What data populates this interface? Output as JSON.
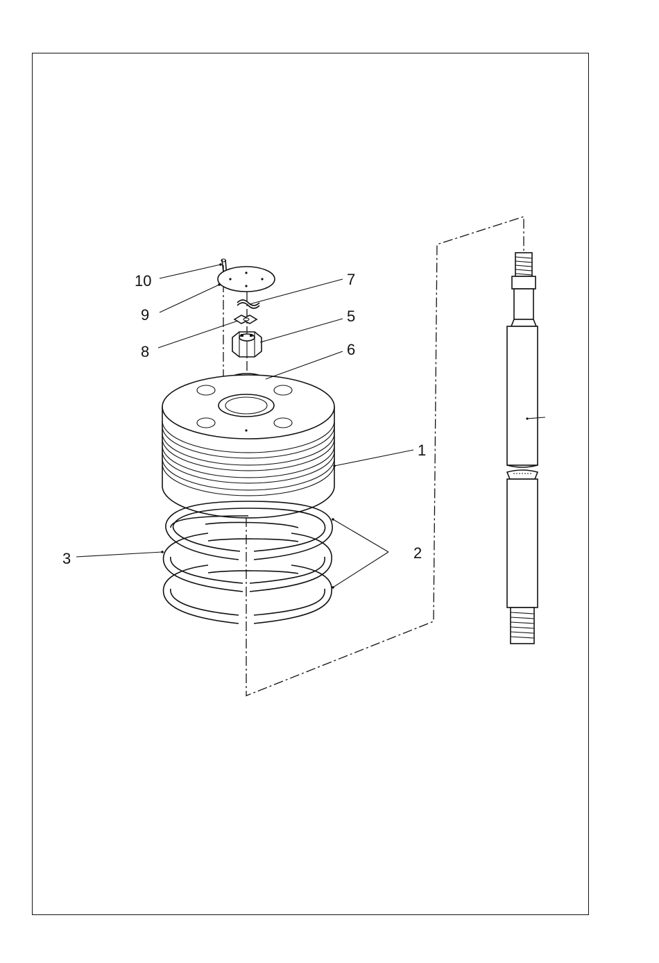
{
  "figure": {
    "callouts": [
      {
        "id": "c10",
        "text": "10"
      },
      {
        "id": "c9",
        "text": "9"
      },
      {
        "id": "c8",
        "text": "8"
      },
      {
        "id": "c7",
        "text": "7"
      },
      {
        "id": "c5",
        "text": "5"
      },
      {
        "id": "c6",
        "text": "6"
      },
      {
        "id": "c1",
        "text": "1"
      },
      {
        "id": "c2",
        "text": "2"
      },
      {
        "id": "c3",
        "text": "3"
      }
    ]
  }
}
